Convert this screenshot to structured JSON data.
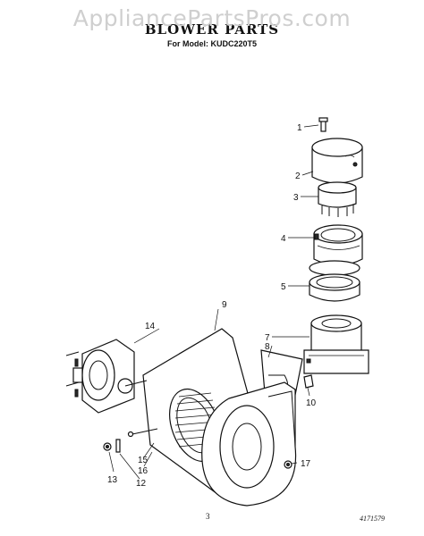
{
  "watermark": "AppliancePartsPros.com",
  "header": {
    "title": "BLOWER PARTS",
    "model_line": "For Model: KUDC220T5"
  },
  "callouts": [
    "1",
    "2",
    "3",
    "4",
    "5",
    "7",
    "8",
    "9",
    "10",
    "12",
    "13",
    "14",
    "15",
    "16",
    "17"
  ],
  "footer": {
    "page_number": "3",
    "doc_number": "4171579"
  }
}
